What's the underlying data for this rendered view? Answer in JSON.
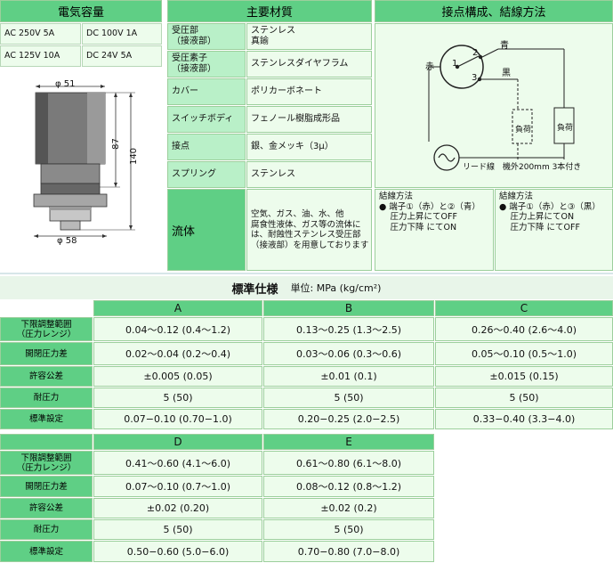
{
  "rating": {
    "title": "電気容量",
    "cells": [
      "AC 250V 5A",
      "DC 100V 1A",
      "AC 125V 10A",
      "DC 24V 5A"
    ]
  },
  "dims": {
    "width_top": "φ 51",
    "width_bottom": "φ 58",
    "h1": "87",
    "h2": "140"
  },
  "materials": {
    "title": "主要材質",
    "rows": [
      {
        "label": "受圧部\n（接液部）",
        "value": "ステンレス\n真鍮"
      },
      {
        "label": "受圧素子\n（接液部）",
        "value": "ステンレスダイヤフラム"
      },
      {
        "label": "カバー",
        "value": "ポリカーボネート"
      },
      {
        "label": "スイッチボディ",
        "value": "フェノール樹脂成形品"
      },
      {
        "label": "接点",
        "value": "銀、金メッキ（3μ）"
      },
      {
        "label": "スプリング",
        "value": "ステンレス"
      }
    ],
    "fluid_label": "流体",
    "fluid_value": "空気、ガス、油、水、他\n腐食性液体、ガス等の流体に\nは、耐蝕性ステンレス受圧部\n（接液部）を用意しております"
  },
  "wiring": {
    "title": "接点構成、結線方法",
    "labels": {
      "red": "赤",
      "blue": "青",
      "black": "黒",
      "n1": "1",
      "n2": "2",
      "n3": "3",
      "load1": "負荷",
      "load2": "負荷",
      "lead": "リード線　機外200mm 3本付き"
    },
    "method1": "結線方法\n● 端子①（赤）と②（青）\n　 圧力上昇にてOFF\n　 圧力下降 にてON",
    "method2": "結線方法\n● 端子①（赤）と③（黒）\n　 圧力上昇にてON\n　 圧力下降 にてOFF"
  },
  "spec": {
    "title": "標準仕様",
    "unit": "単位: MPa (kg/cm²)",
    "row_labels": [
      "下限調整範囲\n（圧力レンジ）",
      "開閉圧力差",
      "許容公差",
      "耐圧力",
      "標準設定"
    ],
    "top_cols": [
      "A",
      "B",
      "C"
    ],
    "top_values": [
      [
        "0.04〜0.12 (0.4〜1.2)",
        "0.13〜0.25 (1.3〜2.5)",
        "0.26〜0.40 (2.6〜4.0)"
      ],
      [
        "0.02〜0.04 (0.2〜0.4)",
        "0.03〜0.06 (0.3〜0.6)",
        "0.05〜0.10 (0.5〜1.0)"
      ],
      [
        "±0.005 (0.05)",
        "±0.01 (0.1)",
        "±0.015 (0.15)"
      ],
      [
        "5 (50)",
        "5 (50)",
        "5 (50)"
      ],
      [
        "0.07−0.10 (0.70−1.0)",
        "0.20−0.25 (2.0−2.5)",
        "0.33−0.40 (3.3−4.0)"
      ]
    ],
    "bottom_cols": [
      "D",
      "E"
    ],
    "bottom_values": [
      [
        "0.41〜0.60 (4.1〜6.0)",
        "0.61〜0.80 (6.1〜8.0)"
      ],
      [
        "0.07〜0.10 (0.7〜1.0)",
        "0.08〜0.12 (0.8〜1.2)"
      ],
      [
        "±0.02 (0.20)",
        "±0.02 (0.2)"
      ],
      [
        "5 (50)",
        "5 (50)"
      ],
      [
        "0.50−0.60 (5.0−6.0)",
        "0.70−0.80 (7.0−8.0)"
      ]
    ]
  }
}
